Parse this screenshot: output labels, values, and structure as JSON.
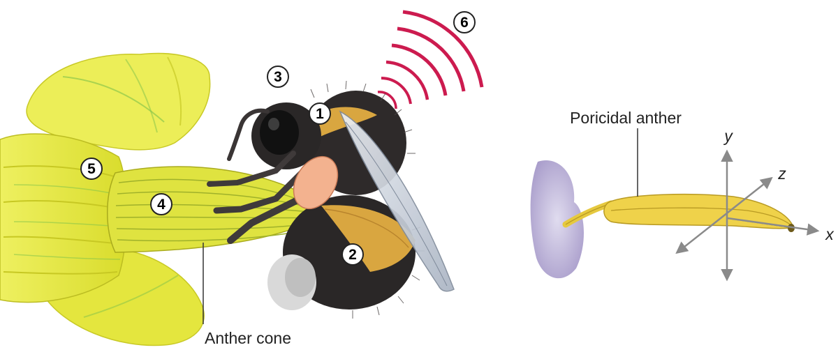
{
  "labels": {
    "anther_cone": "Anther cone",
    "poricidal_anther": "Poricidal anther"
  },
  "markers": [
    "1",
    "2",
    "3",
    "4",
    "5",
    "6"
  ],
  "axes": {
    "x": "x",
    "y": "y",
    "z": "z"
  },
  "colors": {
    "flower_yellow": "#e8e640",
    "anther_yellow": "#efd24a",
    "bee_black": "#2a2727",
    "bee_band": "#d9a640",
    "wing": "#c9d1dc",
    "pollen_basket": "#f3b28f",
    "vibration": "#cc1b4f",
    "petal_purple": "#b2a6cf",
    "axis_gray": "#8a8a8a"
  },
  "icons": [
    "flower-icon",
    "bumblebee-icon",
    "vibration-waves-icon",
    "stamen-icon",
    "axes-icon"
  ]
}
